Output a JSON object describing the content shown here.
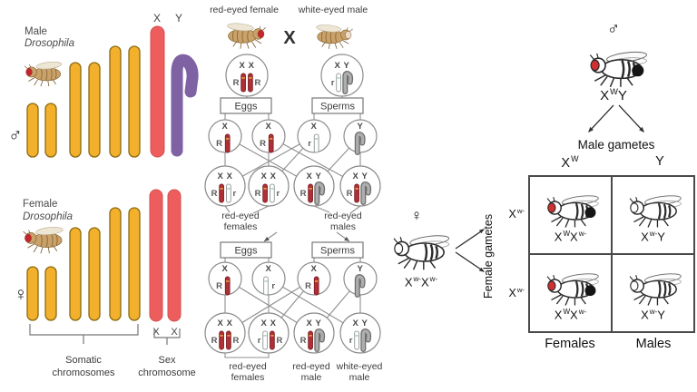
{
  "left": {
    "male": {
      "name": "Male",
      "species": "Drosophila",
      "sex_symbol": "♂",
      "x_label": "X",
      "y_label": "Y"
    },
    "female": {
      "name": "Female",
      "species": "Drosophila",
      "sex_symbol": "♀",
      "x_label_1": "X",
      "x_label_2": "X"
    },
    "somatic_label": [
      "Somatic",
      "chromosomes"
    ],
    "sex_label": [
      "Sex",
      "chromosome"
    ],
    "colors": {
      "somatic": "#F2B02C",
      "x_chromosome": "#EE5D5D",
      "y_chromosome": "#7E62A3"
    }
  },
  "middle": {
    "female_parent_label": "red-eyed female",
    "male_parent_label": "white-eyed male",
    "cross_symbol": "X",
    "parent_female": {
      "top": "X X",
      "left": "R",
      "right": "R",
      "bars": [
        "R",
        "R"
      ]
    },
    "parent_male": {
      "top": "X Y",
      "left": "r",
      "right": "",
      "bars": [
        "r",
        "Y"
      ]
    },
    "cross1": {
      "eggs_label": "Eggs",
      "sperms_label": "Sperms",
      "gametes": [
        {
          "top": "X",
          "left": "R",
          "right": "",
          "bars": [
            "R"
          ]
        },
        {
          "top": "X",
          "left": "R",
          "right": "",
          "bars": [
            "R"
          ]
        },
        {
          "top": "X",
          "left": "r",
          "right": "",
          "bars": [
            "r"
          ]
        },
        {
          "top": "Y",
          "left": "",
          "right": "",
          "bars": [
            "Y"
          ]
        }
      ],
      "offspring": [
        {
          "top": "X X",
          "left": "R",
          "right": "r",
          "bars": [
            "R",
            "r"
          ]
        },
        {
          "top": "X X",
          "left": "R",
          "right": "r",
          "bars": [
            "R",
            "r"
          ]
        },
        {
          "top": "X Y",
          "left": "R",
          "right": "",
          "bars": [
            "R",
            "Y"
          ]
        },
        {
          "top": "X Y",
          "left": "R",
          "right": "",
          "bars": [
            "R",
            "Y"
          ]
        }
      ],
      "offspring_label_left": [
        "red-eyed",
        "females"
      ],
      "offspring_label_right": [
        "red-eyed",
        "males"
      ]
    },
    "cross2": {
      "eggs_label": "Eggs",
      "sperms_label": "Sperms",
      "gametes": [
        {
          "top": "X",
          "left": "R",
          "right": "",
          "bars": [
            "R"
          ]
        },
        {
          "top": "X",
          "left": "",
          "right": "r",
          "bars": [
            "r"
          ]
        },
        {
          "top": "X",
          "left": "R",
          "right": "",
          "bars": [
            "R"
          ]
        },
        {
          "top": "Y",
          "left": "",
          "right": "",
          "bars": [
            "Y"
          ]
        }
      ],
      "offspring": [
        {
          "top": "X X",
          "left": "R",
          "right": "R",
          "bars": [
            "R",
            "R"
          ]
        },
        {
          "top": "X X",
          "left": "r",
          "right": "R",
          "bars": [
            "r",
            "R"
          ]
        },
        {
          "top": "X Y",
          "left": "R",
          "right": "",
          "bars": [
            "R",
            "Y"
          ]
        },
        {
          "top": "X Y",
          "left": "r",
          "right": "",
          "bars": [
            "r",
            "Y"
          ]
        }
      ],
      "result_labels": [
        [
          "red-eyed",
          "females"
        ],
        [
          "red-eyed",
          "male"
        ],
        [
          "white-eyed",
          "male"
        ]
      ]
    }
  },
  "right": {
    "male_symbol": "♂",
    "male_genotype": [
      [
        "X",
        "W"
      ],
      [
        "Y",
        ""
      ]
    ],
    "male_gametes_label": "Male gametes",
    "female_symbol": "♀",
    "female_genotype": [
      [
        "X",
        "w-"
      ],
      [
        "X",
        "w-"
      ]
    ],
    "female_gametes_label": "Female gametes",
    "col_headers": [
      [
        [
          "X",
          "W"
        ]
      ],
      [
        [
          "Y",
          ""
        ]
      ]
    ],
    "row_headers": [
      [
        [
          "X",
          "w-"
        ]
      ],
      [
        [
          "X",
          "w-"
        ]
      ]
    ],
    "cells": [
      [
        {
          "genotype": [
            [
              "X",
              "W"
            ],
            [
              "X",
              "w-"
            ]
          ],
          "eye": "red"
        },
        {
          "genotype": [
            [
              "X",
              "w-"
            ],
            [
              "Y",
              ""
            ]
          ],
          "eye": "white"
        }
      ],
      [
        {
          "genotype": [
            [
              "X",
              "W"
            ],
            [
              "X",
              "w-"
            ]
          ],
          "eye": "red"
        },
        {
          "genotype": [
            [
              "X",
              "w-"
            ],
            [
              "Y",
              ""
            ]
          ],
          "eye": "white"
        }
      ]
    ],
    "bottom_labels": [
      "Females",
      "Males"
    ]
  }
}
